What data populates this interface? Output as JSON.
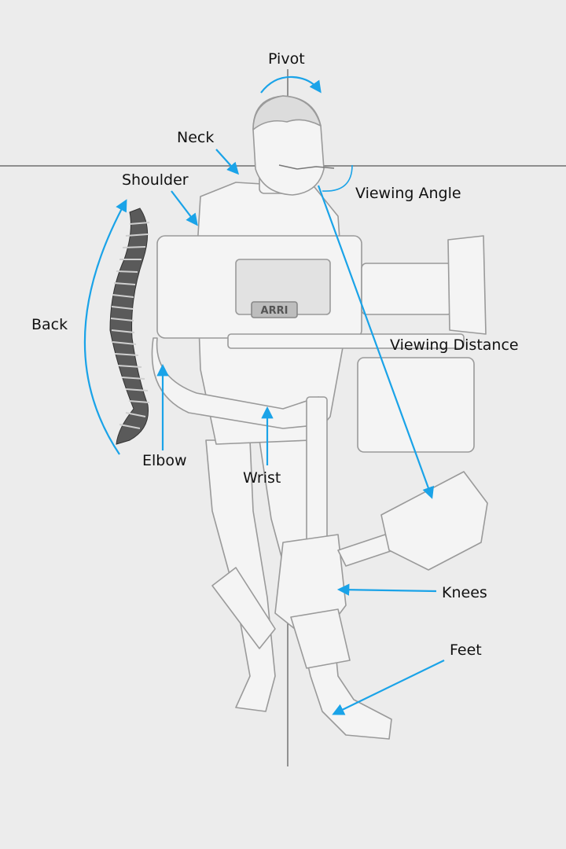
{
  "title": "Camera operator body mechanics",
  "labels": {
    "pivot": "Pivot",
    "neck": "Neck",
    "shoulder": "Shoulder",
    "viewing_angle": "Viewing Angle",
    "back": "Back",
    "viewing_distance": "Viewing Distance",
    "elbow": "Elbow",
    "wrist": "Wrist",
    "knees": "Knees",
    "feet": "Feet"
  },
  "camera_brand": "ARRI",
  "colors": {
    "background": "#ececec",
    "arrow": "#1aa3e8",
    "axis": "#555555",
    "sketch": "#9a9a9a",
    "spine": "#4a4a4a"
  }
}
